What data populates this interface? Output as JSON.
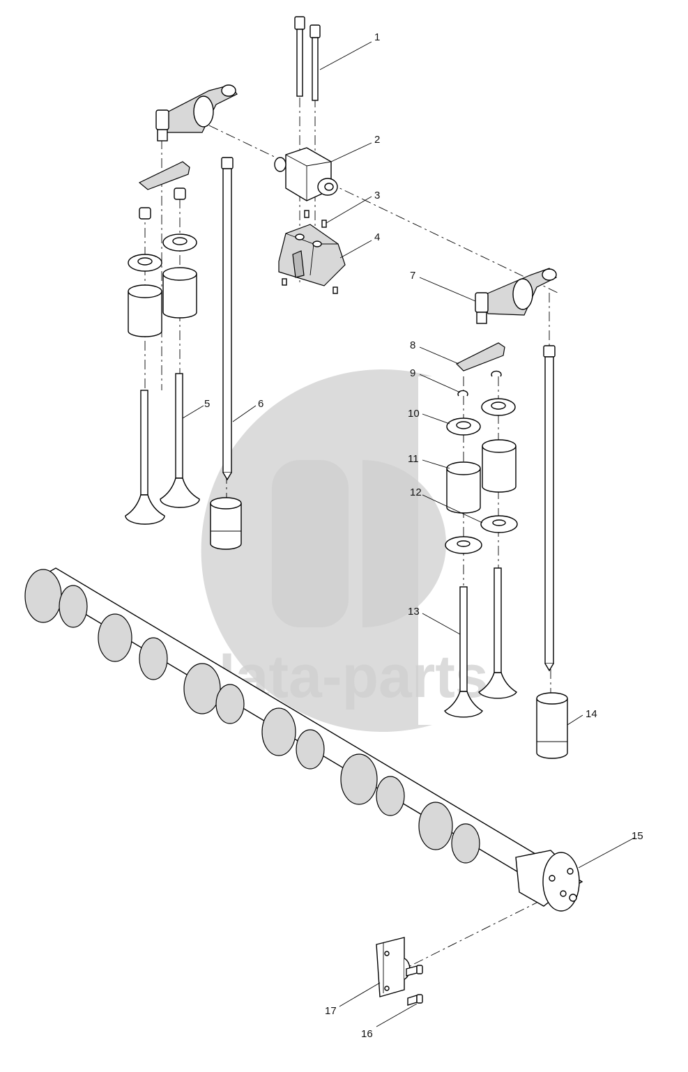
{
  "watermark": {
    "text": "data-parts"
  },
  "callouts": [
    {
      "label": "1"
    },
    {
      "label": "2"
    },
    {
      "label": "3"
    },
    {
      "label": "4"
    },
    {
      "label": "5"
    },
    {
      "label": "6"
    },
    {
      "label": "7"
    },
    {
      "label": "8"
    },
    {
      "label": "9"
    },
    {
      "label": "10"
    },
    {
      "label": "11"
    },
    {
      "label": "12"
    },
    {
      "label": "13"
    },
    {
      "label": "14"
    },
    {
      "label": "15"
    },
    {
      "label": "16"
    },
    {
      "label": "17"
    }
  ]
}
